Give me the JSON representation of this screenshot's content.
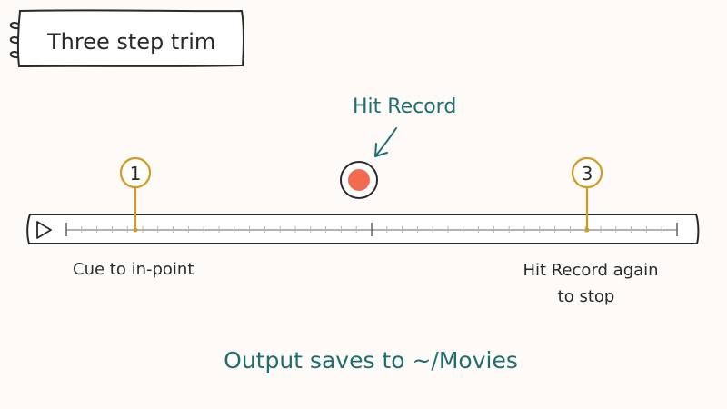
{
  "title": "Three step trim",
  "callout_record": "Hit Record",
  "markers": [
    {
      "label": "1",
      "caption": "Cue to in-point"
    },
    {
      "label": "3",
      "caption_line1": "Hit Record again",
      "caption_line2": "to stop"
    }
  ],
  "footer": "Output saves to ~/Movies",
  "colors": {
    "ink": "#2a2a2a",
    "marker": "#d49a1e",
    "teal": "#1e6e6e",
    "record": "#f26a4f",
    "ticks": "#9a9a9a",
    "background": "#fdfaf7"
  },
  "icons": {
    "play": "play-icon",
    "record": "record-button-icon",
    "notebook": "spiral-notebook-icon"
  }
}
